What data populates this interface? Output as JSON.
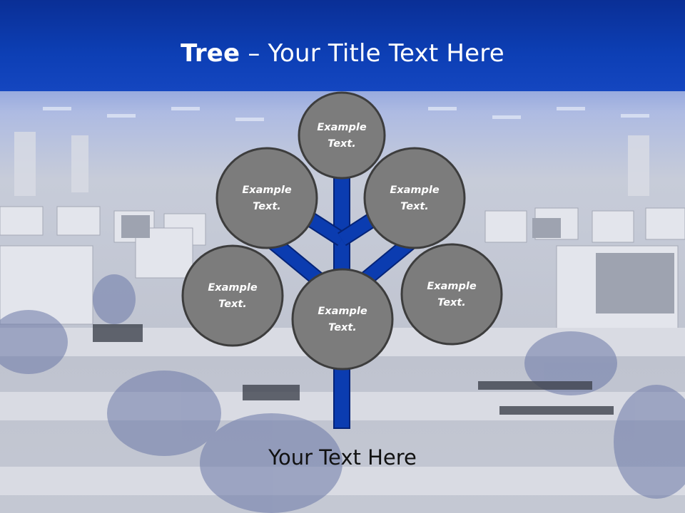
{
  "slide": {
    "title_strong": "Tree",
    "title_rest": " – Your Title Text Here",
    "caption": "Your Text Here"
  },
  "colors": {
    "title_band": "#0a3aa8",
    "trunk": "#0b3cb0",
    "node_fill": "#7c7c7c",
    "node_stroke": "#3d3d3d",
    "label_text": "#ffffff"
  },
  "tree": {
    "nodes": [
      {
        "id": "top",
        "line1": "Example",
        "line2": "Text."
      },
      {
        "id": "upper-left",
        "line1": "Example",
        "line2": "Text."
      },
      {
        "id": "upper-right",
        "line1": "Example",
        "line2": "Text."
      },
      {
        "id": "middle-left",
        "line1": "Example",
        "line2": "Text."
      },
      {
        "id": "center",
        "line1": "Example",
        "line2": "Text."
      },
      {
        "id": "middle-right",
        "line1": "Example",
        "line2": "Text."
      }
    ]
  }
}
